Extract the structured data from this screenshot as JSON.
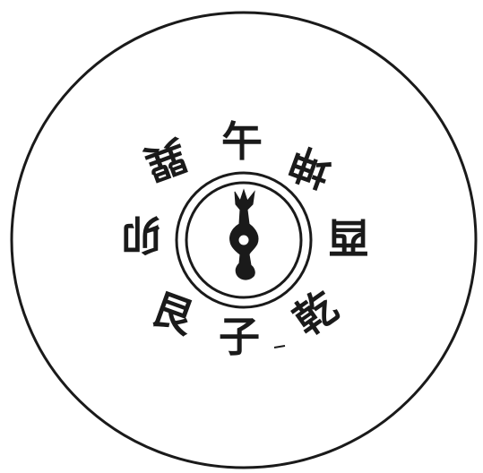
{
  "diagram": {
    "glyphs": {
      "top": "午",
      "top_right": "坤",
      "right": "酉",
      "bottom_right": "乾",
      "bottom": "子",
      "bottom_left": "艮",
      "left": "卯",
      "top_left": "巽"
    },
    "center_icon": "compass-needle-icon",
    "ink_color": "#1a1a1a",
    "paper_color": "#ffffff"
  }
}
